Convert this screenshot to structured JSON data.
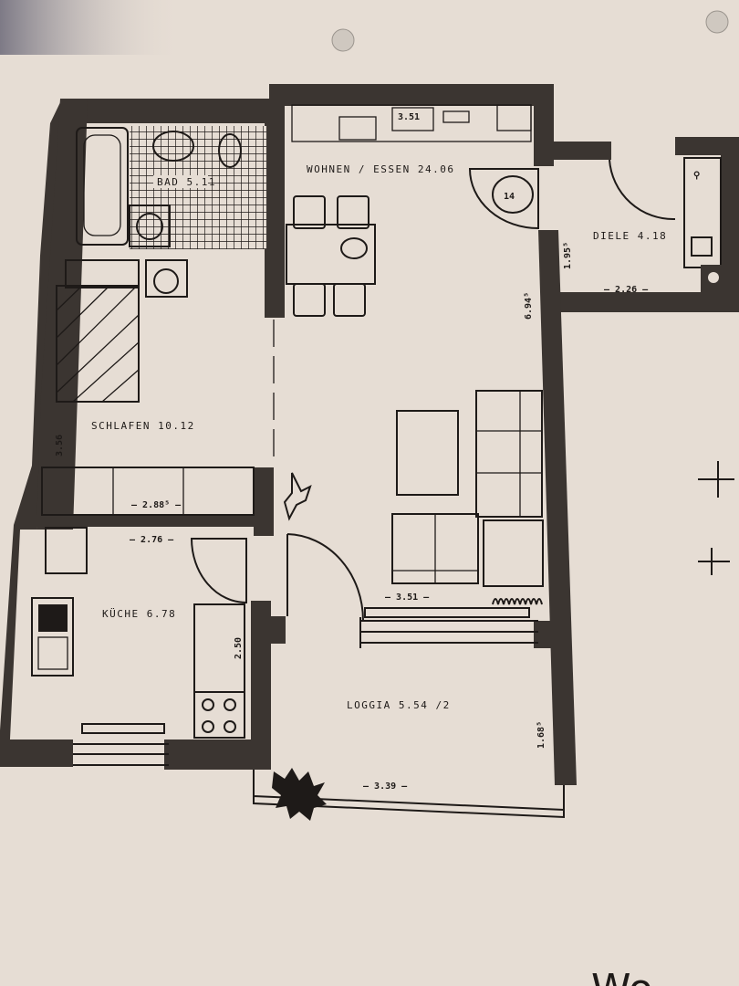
{
  "rooms": {
    "bad": "BAD 5.11",
    "wohnen": "WOHNEN / ESSEN 24.06",
    "diele": "DIELE 4.18",
    "schlafen": "SCHLAFEN 10.12",
    "kueche": "KÜCHE 6.78",
    "loggia": "LOGGIA 5.54 /2"
  },
  "dimensions": {
    "wohnen_top": "3.51",
    "wohnen_side": "6.94⁵",
    "diele_side": "1.95⁵",
    "diele_bottom": "2.26",
    "schlafen_side": "3.56",
    "schlafen_bottom": "2.88⁵",
    "kueche_top": "2.76",
    "kueche_side": "2.50",
    "living_bottom": "3.51",
    "loggia_side": "1.68⁵",
    "loggia_bottom": "3.39"
  },
  "annotations": {
    "circle_mark": "14",
    "handwriting_bottom": "Wo"
  },
  "colors": {
    "paper": "#e6ddd4",
    "wall": "#3b3531",
    "ink": "#1e1a18"
  }
}
